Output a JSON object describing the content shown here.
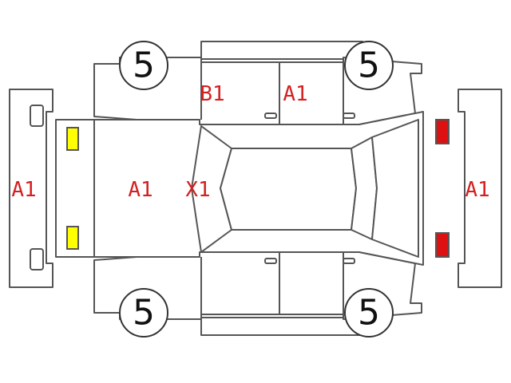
{
  "colors": {
    "code_text": "#d42020",
    "headlight_fill": "#ffff00",
    "taillight_fill": "#dd1111",
    "outline": "#555555"
  },
  "tires": {
    "front_left": "5",
    "rear_left": "5",
    "front_right": "5",
    "rear_right": "5"
  },
  "codes": {
    "front_bumper": "A1",
    "hood": "A1",
    "windshield": "X1",
    "left_front_pillar": "B1",
    "left_rear_door": "A1",
    "rear_bumper": "A1"
  }
}
